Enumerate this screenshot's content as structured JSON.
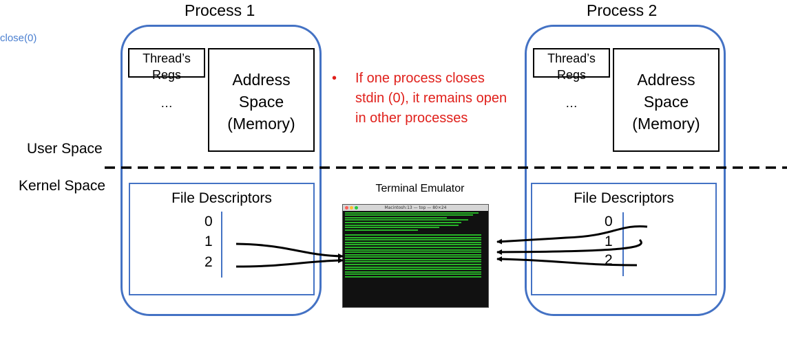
{
  "code_label": "close(0)",
  "process1": {
    "title": "Process 1",
    "regs": [
      "Thread’s",
      "Regs",
      "…"
    ],
    "address_space": [
      "Address",
      "Space",
      "(Memory)"
    ],
    "fd_title": "File Descriptors",
    "fds": [
      "0",
      "1",
      "2"
    ]
  },
  "process2": {
    "title": "Process 2",
    "regs": [
      "Thread’s",
      "Regs",
      "…"
    ],
    "address_space": [
      "Address",
      "Space",
      "(Memory)"
    ],
    "fd_title": "File Descriptors",
    "fds": [
      "0",
      "1",
      "2"
    ]
  },
  "user_space_label": "User Space",
  "kernel_space_label": "Kernel Space",
  "note_lines": [
    "If one process closes",
    "stdin (0), it remains open",
    "in other processes"
  ],
  "terminal": {
    "title": "Terminal Emulator",
    "window_title": "Macintosh:13 — top — 80×24"
  },
  "colors": {
    "process_border": "#4472c4",
    "note_text": "#e0201b",
    "code_label": "#4a7fd0",
    "terminal_text": "#2dd12d"
  }
}
